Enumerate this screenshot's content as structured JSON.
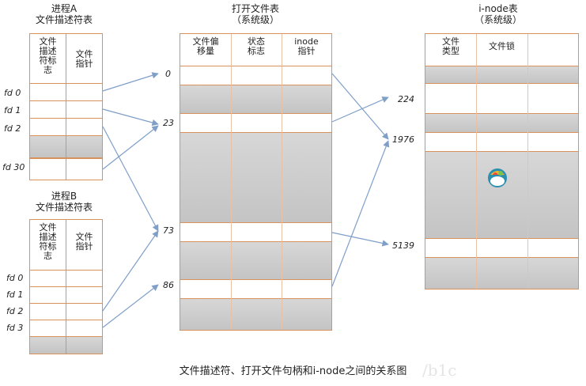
{
  "process_a": {
    "title": "进程A\n文件描述符表",
    "col1": "文件\n描述\n符标\n志",
    "col2": "文件\n指针",
    "fd_labels": [
      "fd 0",
      "fd 1",
      "fd 2",
      "fd 30"
    ]
  },
  "process_b": {
    "title": "进程B\n文件描述符表",
    "col1": "文件\n描述\n符标\n志",
    "col2": "文件\n指针",
    "fd_labels": [
      "fd 0",
      "fd 1",
      "fd 2",
      "fd 3"
    ]
  },
  "open_file_table": {
    "title": "打开文件表\n（系统级）",
    "headers": [
      "文件偏\n移量",
      "状态\n标志",
      "inode\n指针"
    ],
    "entry_labels": [
      "0",
      "23",
      "73",
      "86"
    ]
  },
  "inode_table": {
    "title": "i-node表\n（系统级）",
    "headers": [
      "文件\n类型",
      "文件锁",
      ""
    ],
    "entry_labels": [
      "224",
      "1976",
      "5139"
    ]
  },
  "caption": "文件描述符、打开文件句柄和i-node之间的关系图",
  "watermark": "/b1c",
  "colors": {
    "table_border": "#d9925c",
    "arrow": "#7f9fc9",
    "gray_row": "#c8c8c8"
  },
  "icons": [
    "inode-lock-icon"
  ]
}
